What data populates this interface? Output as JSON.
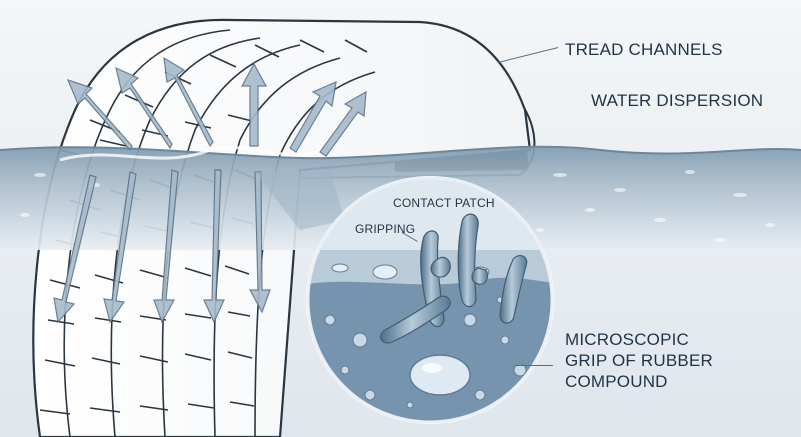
{
  "labels": {
    "tread_channels": "TREAD CHANNELS",
    "water_dispersion": "WATER DISPERSION",
    "contact_patch": "CONTACT PATCH",
    "gripping": "GRIPPING",
    "microscopic": [
      "MICROSCOPIC",
      "GRIP OF RUBBER",
      "COMPOUND"
    ]
  },
  "colors": {
    "water": "#8fa8bc",
    "water_light": "#c9d6e1",
    "arrow": "#9fb3c4",
    "tire_line": "#2b3640",
    "label_text": "#1f3447"
  },
  "icons": [
    "tire-illustration",
    "water-surface",
    "dispersion-arrow",
    "magnifier-circle",
    "rubber-strand",
    "water-droplet"
  ]
}
